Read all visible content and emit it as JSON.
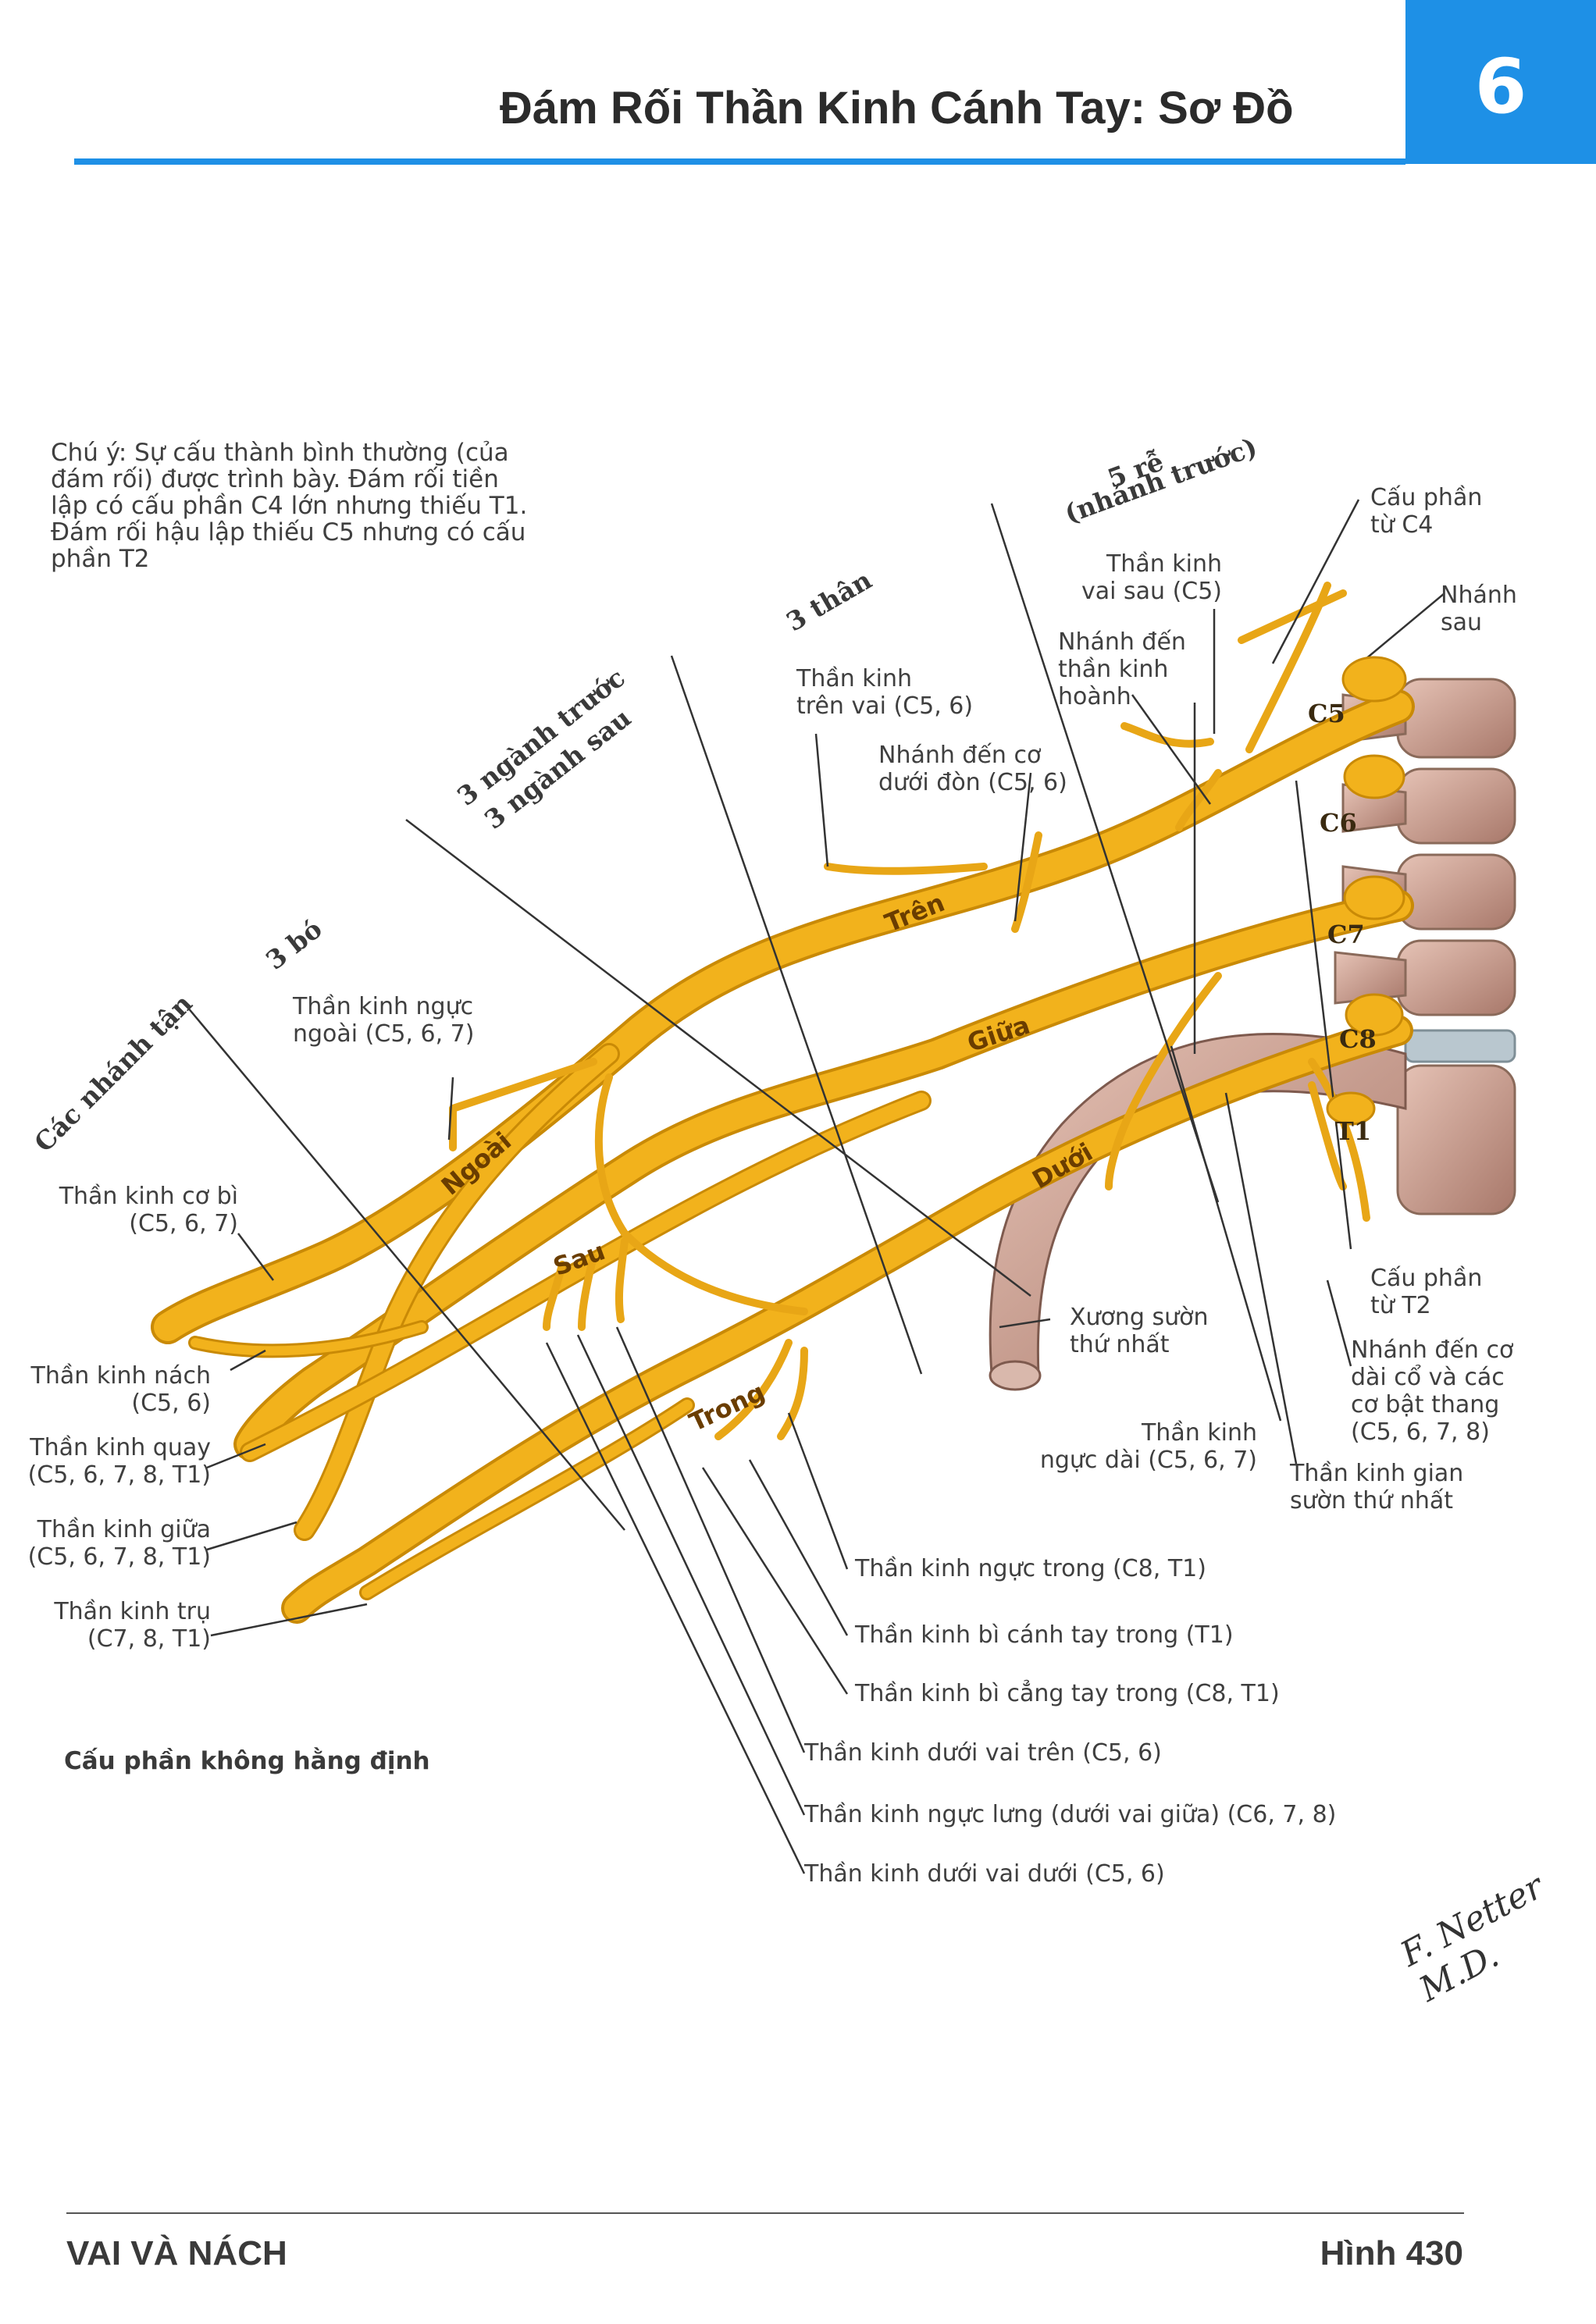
{
  "header": {
    "title": "Đám Rối Thần Kinh Cánh Tay: Sơ Đồ",
    "chapter": "6"
  },
  "note": "Chú ý: Sự cấu thành bình thường (của đám rối) được trình bày. Đám rối tiền lập có cấu phần C4 lớn nhưng thiếu T1. Đám rối hậu lập thiếu C5 nhưng có cấu phần T2",
  "section_headers": {
    "roots": "5 rễ",
    "roots_sub": "(nhánh trước)",
    "trunks": "3 thân",
    "divisions_1": "3 ngành trước",
    "divisions_2": "3 ngành sau",
    "cords": "3 bó",
    "terminal": "Các nhánh tận"
  },
  "trunk_labels": {
    "upper": "Trên",
    "middle": "Giữa",
    "lower": "Dưới"
  },
  "cord_labels": {
    "lateral": "Ngoài",
    "posterior": "Sau",
    "medial": "Trong"
  },
  "roots": [
    "C5",
    "C6",
    "C7",
    "C8",
    "T1"
  ],
  "labels": {
    "c4": "Cấu phần\ntừ C4",
    "posterior_branch": "Nhánh\nsau",
    "dorsal_scapular": "Thần kinh\nvai sau (C5)",
    "phrenic": "Nhánh đến\nthần kinh\nhoành",
    "suprascapular": "Thần kinh\ntrên vai (C5, 6)",
    "subclavius": "Nhánh đến cơ\ndưới đòn (C5, 6)",
    "lateral_pectoral": "Thần kinh ngực\nngoài (C5, 6, 7)",
    "musculocutaneous": "Thần kinh cơ bì\n(C5, 6, 7)",
    "axillary": "Thần kinh nách\n(C5, 6)",
    "radial": "Thần kinh quay\n(C5, 6, 7, 8, T1)",
    "median": "Thần kinh giữa\n(C5, 6, 7, 8, T1)",
    "ulnar": "Thần kinh trụ\n(C7, 8, T1)",
    "first_rib": "Xương sườn\nthứ nhất",
    "long_thoracic": "Thần kinh\nngực dài (C5, 6, 7)",
    "t2": "Cấu phần\ntừ T2",
    "longus_scalene": "Nhánh đến cơ\ndài cổ và các\ncơ bật thang\n(C5, 6, 7, 8)",
    "first_intercostal": "Thần kinh gian\nsườn thứ nhất",
    "medial_pectoral": "Thần kinh ngực trong (C8, T1)",
    "medial_brachial_cut": "Thần kinh bì cánh tay trong (T1)",
    "medial_antebrachial_cut": "Thần kinh bì cẳng tay trong (C8, T1)",
    "upper_subscapular": "Thần kinh dưới vai trên (C5, 6)",
    "thoracodorsal": "Thần kinh ngực lưng (dưới vai giữa) (C6, 7, 8)",
    "lower_subscapular": "Thần kinh dưới vai dưới (C5, 6)"
  },
  "inconstant": "Cấu phần không hằng định",
  "footer": {
    "section": "VAI VÀ NÁCH",
    "figure": "Hình 430"
  },
  "signature": "F. Netter M.D.",
  "colors": {
    "nerve": "#f2b21c",
    "nerve_edge": "#c98a06",
    "bone": "#c99a8c",
    "accent": "#1e90e6"
  }
}
